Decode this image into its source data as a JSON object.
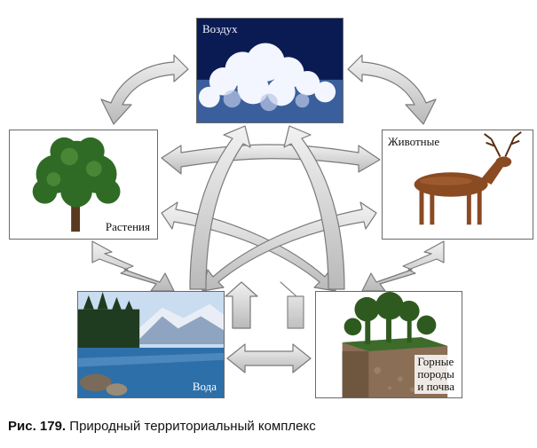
{
  "nodes": {
    "air": {
      "label": "Воздух"
    },
    "plants": {
      "label": "Растения"
    },
    "animals": {
      "label": "Животные"
    },
    "water": {
      "label": "Вода"
    },
    "soil": {
      "label_line1": "Горные",
      "label_line2": "породы",
      "label_line3": "и почва"
    }
  },
  "caption": {
    "figure": "Рис. 179.",
    "text": "Природный территориальный комплекс"
  },
  "colors": {
    "arrow_fill": "#d9d9d9",
    "arrow_stroke": "#7a7a7a",
    "sky": "#0a1a52",
    "water": "#2d6fa8",
    "foliage": "#2f6b25",
    "deer": "#8a4a22",
    "soil": "#8a6e55"
  }
}
